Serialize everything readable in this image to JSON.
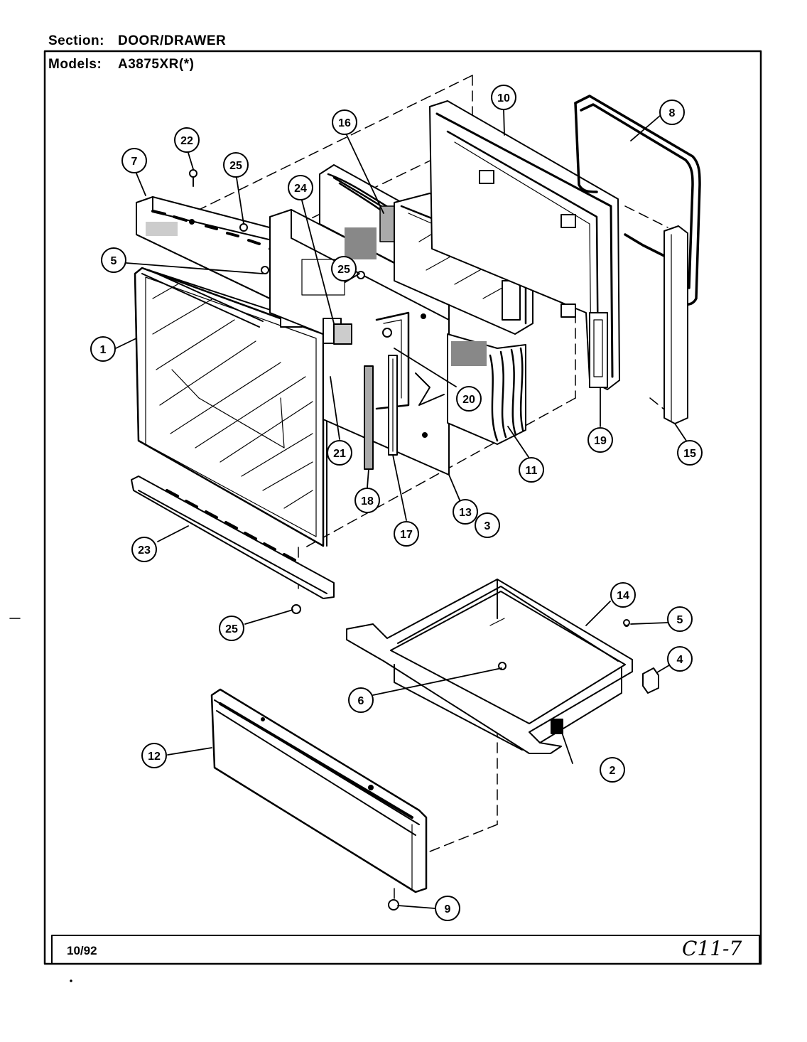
{
  "header": {
    "section_label": "Section:",
    "section_value": "DOOR/DRAWER",
    "models_label": "Models:",
    "models_value": "A3875XR(*)"
  },
  "footer": {
    "date": "10/92",
    "page_code": "C11-7"
  },
  "callouts": [
    {
      "id": "c1",
      "label": "1"
    },
    {
      "id": "c2",
      "label": "2"
    },
    {
      "id": "c3",
      "label": "3"
    },
    {
      "id": "c4",
      "label": "4"
    },
    {
      "id": "c5a",
      "label": "5"
    },
    {
      "id": "c5b",
      "label": "5"
    },
    {
      "id": "c6",
      "label": "6"
    },
    {
      "id": "c7",
      "label": "7"
    },
    {
      "id": "c8",
      "label": "8"
    },
    {
      "id": "c9",
      "label": "9"
    },
    {
      "id": "c10",
      "label": "10"
    },
    {
      "id": "c11",
      "label": "11"
    },
    {
      "id": "c12",
      "label": "12"
    },
    {
      "id": "c13",
      "label": "13"
    },
    {
      "id": "c14",
      "label": "14"
    },
    {
      "id": "c15",
      "label": "15"
    },
    {
      "id": "c16",
      "label": "16"
    },
    {
      "id": "c17",
      "label": "17"
    },
    {
      "id": "c18",
      "label": "18"
    },
    {
      "id": "c19",
      "label": "19"
    },
    {
      "id": "c20",
      "label": "20"
    },
    {
      "id": "c21",
      "label": "21"
    },
    {
      "id": "c22",
      "label": "22"
    },
    {
      "id": "c23",
      "label": "23"
    },
    {
      "id": "c24",
      "label": "24"
    },
    {
      "id": "c25a",
      "label": "25"
    },
    {
      "id": "c25b",
      "label": "25"
    },
    {
      "id": "c25c",
      "label": "25"
    }
  ]
}
